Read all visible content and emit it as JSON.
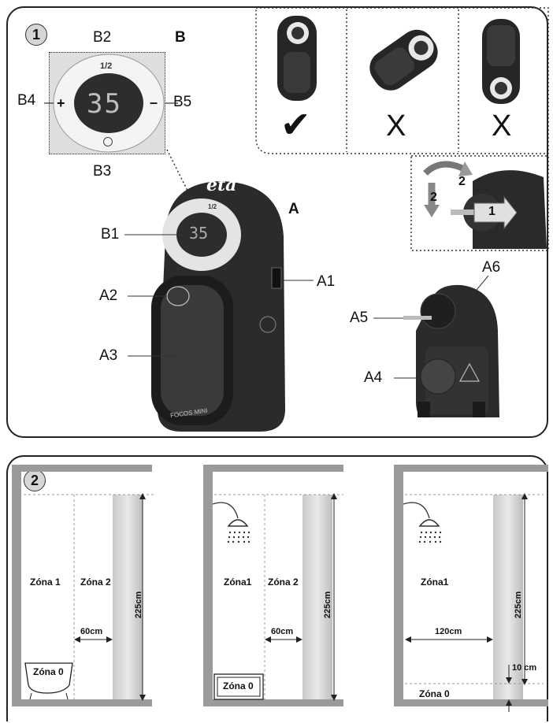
{
  "figure1": {
    "number": "1",
    "section_a": "A",
    "section_b": "B",
    "display_value": "35",
    "display_value_small": "35",
    "mode_label": "1/2",
    "plus": "+",
    "minus": "–",
    "brand": "eta",
    "model": "FOCOS MINI",
    "check_mark": "✔",
    "cross_1": "X",
    "cross_2": "X",
    "arrow_1": "1",
    "arrow_2a": "2",
    "arrow_2b": "2",
    "labels": {
      "b1": "B1",
      "b2": "B2",
      "b3": "B3",
      "b4": "B4",
      "b5": "B5",
      "a1": "A1",
      "a2": "A2",
      "a3": "A3",
      "a4": "A4",
      "a5": "A5",
      "a6": "A6"
    }
  },
  "figure2": {
    "number": "2",
    "zone_0": "Zóna 0",
    "zone_1": "Zóna 1",
    "zone_1b": "Zóna1",
    "zone_2": "Zóna 2",
    "height_1": "225cm",
    "height_2": "225cm",
    "height_3": "225cm",
    "width_1": "60cm",
    "width_2": "60cm",
    "width_3": "120cm",
    "offset": "10 cm"
  }
}
